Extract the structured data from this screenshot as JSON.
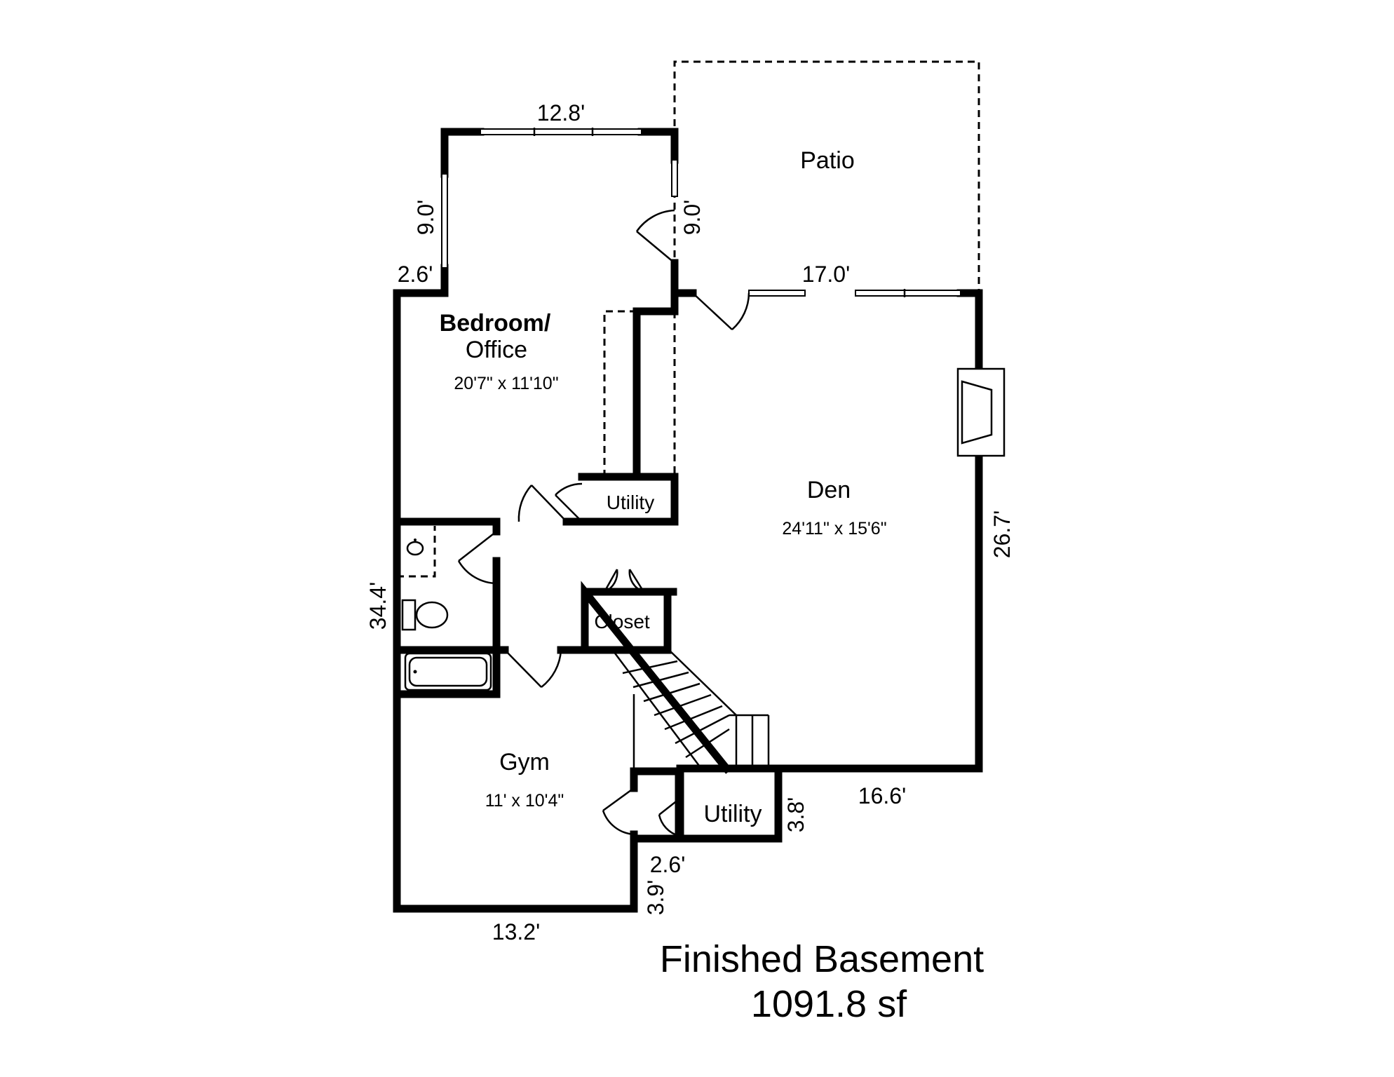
{
  "plan": {
    "title": "Finished Basement",
    "area": "1091.8 sf"
  },
  "rooms": {
    "patio": "Patio",
    "bedroom": {
      "name_line1": "Bedroom/",
      "name_line2": "Office",
      "size": "20'7\" x 11'10\""
    },
    "den": {
      "name": "Den",
      "size": "24'11\" x 15'6\""
    },
    "gym": {
      "name": "Gym",
      "size": "11' x 10'4\""
    },
    "utility_upper": "Utility",
    "utility_lower": "Utility",
    "closet": "Closet"
  },
  "measurements": {
    "bedroom_top": "12.8'",
    "bedroom_left": "9.0'",
    "bedroom_right": "9.0'",
    "bedroom_offset": "2.6'",
    "den_top": "17.0'",
    "den_right": "26.7'",
    "left_wall": "34.4'",
    "den_bottom": "16.6'",
    "utility_side": "3.8'",
    "notch_width": "2.6'",
    "notch_height": "3.9'",
    "gym_bottom": "13.2'"
  }
}
